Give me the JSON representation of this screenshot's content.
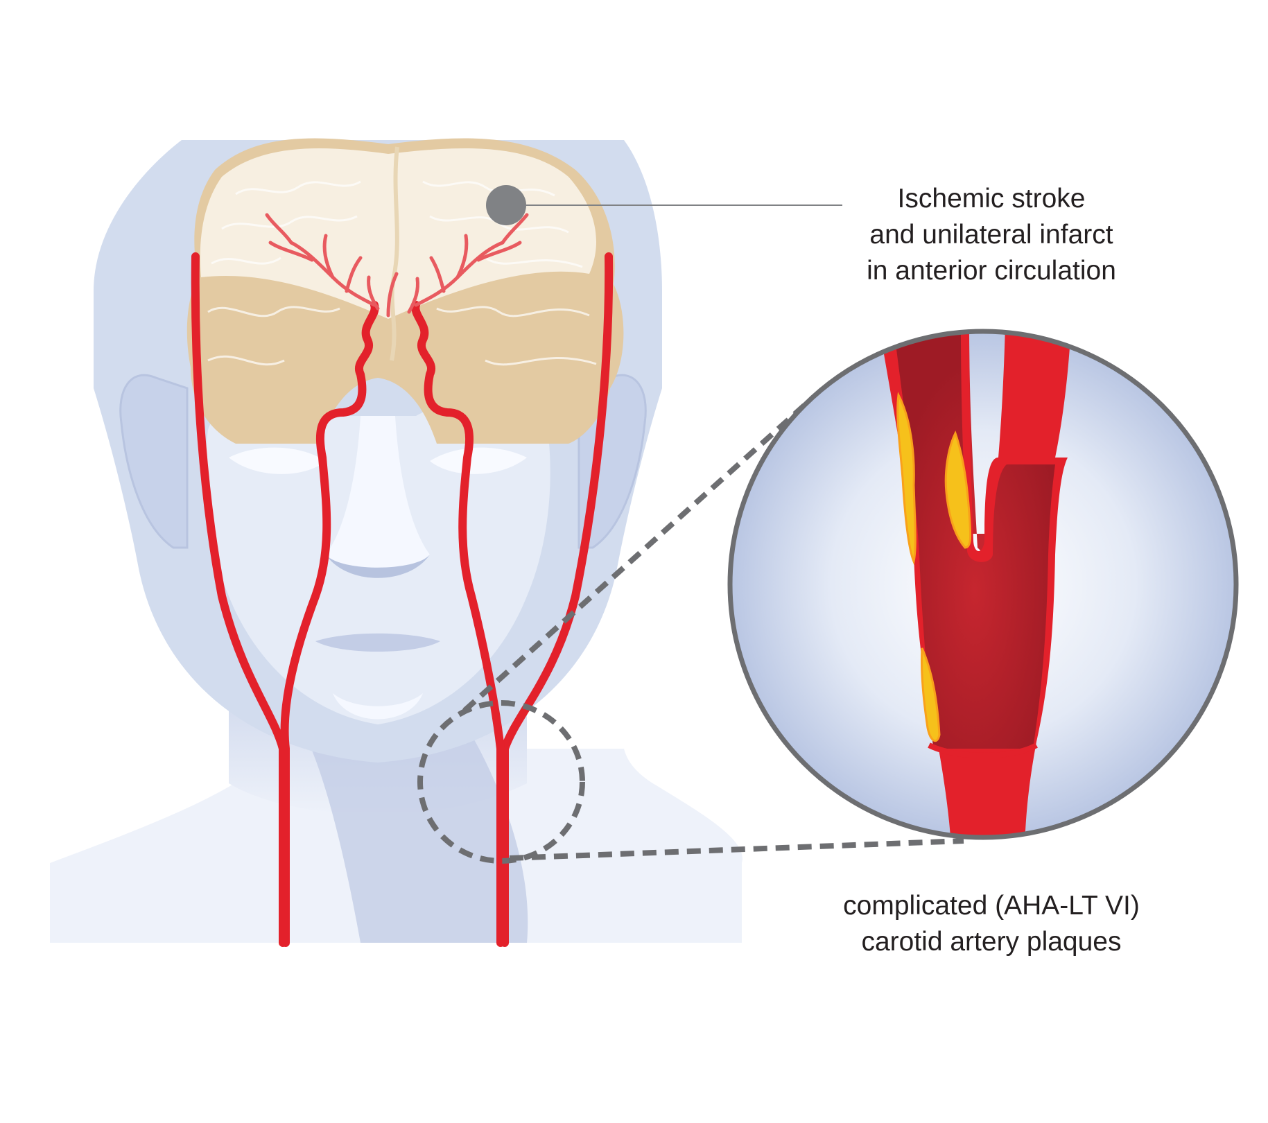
{
  "annotations": {
    "stroke": {
      "lines": [
        "Ischemic stroke",
        " and unilateral infarct",
        "in anterior circulation"
      ]
    },
    "plaque": {
      "lines": [
        "complicated (AHA-LT VI)",
        "carotid artery plaques"
      ]
    }
  },
  "colors": {
    "skin": "#d2dcee",
    "skin_light": "#eef2fa",
    "brain": "#e3caa2",
    "brain_light": "#f7efe1",
    "artery": "#e3212b",
    "artery_dark": "#9e1b25",
    "plaque": "#f6c11b",
    "infarct": "#808285",
    "callout": "#6d6e71",
    "text": "#231f20"
  }
}
